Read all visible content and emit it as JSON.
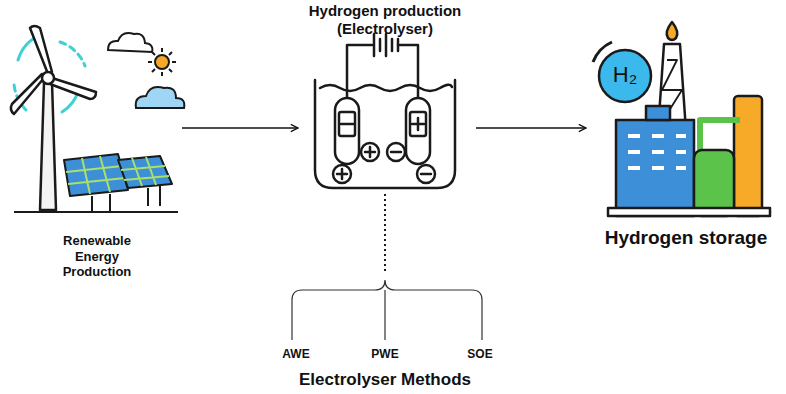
{
  "diagram": {
    "nodes": [
      {
        "text": [
          "Renewable Energy Production"
        ]
      },
      {
        "text": [
          "Hydrogen production (Electrolyser)"
        ]
      },
      {
        "text": [
          "Hydrogen storage"
        ]
      }
    ],
    "edges": [
      {
        "from": 0,
        "to": 1,
        "arrow": "to"
      },
      {
        "from": 1,
        "to": 2,
        "arrow": "to"
      }
    ],
    "labels": [
      "H₂",
      "AWE",
      "PWE",
      "SOE",
      "Electrolyser Methods"
    ]
  }
}
